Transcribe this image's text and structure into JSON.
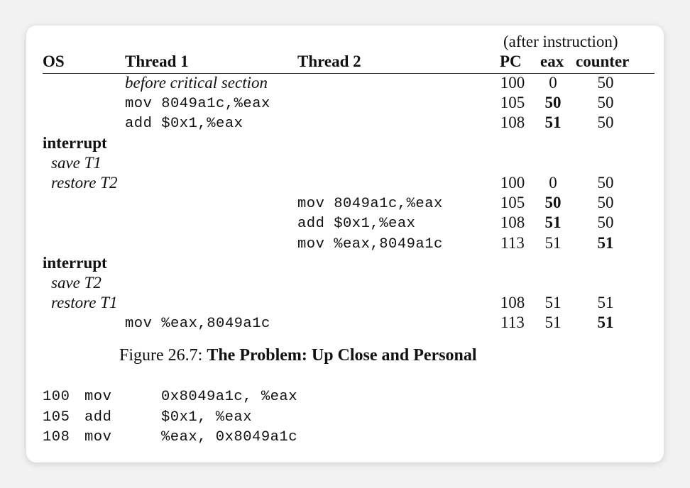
{
  "header": {
    "after_instruction": "(after instruction)",
    "os": "OS",
    "thread1": "Thread 1",
    "thread2": "Thread 2",
    "pc": "PC",
    "eax": "eax",
    "counter": "counter"
  },
  "rows": [
    {
      "os": "",
      "t1": "before critical section",
      "t2": "",
      "pc": "100",
      "eax": "0",
      "counter": "50"
    },
    {
      "os": "",
      "t1": "mov 8049a1c,%eax",
      "t2": "",
      "pc": "105",
      "eax": "50",
      "counter": "50"
    },
    {
      "os": "",
      "t1": "add $0x1,%eax",
      "t2": "",
      "pc": "108",
      "eax": "51",
      "counter": "50"
    },
    {
      "os": "interrupt",
      "t1": "",
      "t2": "",
      "pc": "",
      "eax": "",
      "counter": ""
    },
    {
      "os": "save T1",
      "t1": "",
      "t2": "",
      "pc": "",
      "eax": "",
      "counter": ""
    },
    {
      "os": "restore T2",
      "t1": "",
      "t2": "",
      "pc": "100",
      "eax": "0",
      "counter": "50"
    },
    {
      "os": "",
      "t1": "",
      "t2": "mov 8049a1c,%eax",
      "pc": "105",
      "eax": "50",
      "counter": "50"
    },
    {
      "os": "",
      "t1": "",
      "t2": "add $0x1,%eax",
      "pc": "108",
      "eax": "51",
      "counter": "50"
    },
    {
      "os": "",
      "t1": "",
      "t2": "mov %eax,8049a1c",
      "pc": "113",
      "eax": "51",
      "counter": "51"
    },
    {
      "os": "interrupt",
      "t1": "",
      "t2": "",
      "pc": "",
      "eax": "",
      "counter": ""
    },
    {
      "os": "save T2",
      "t1": "",
      "t2": "",
      "pc": "",
      "eax": "",
      "counter": ""
    },
    {
      "os": "restore T1",
      "t1": "",
      "t2": "",
      "pc": "108",
      "eax": "51",
      "counter": "51"
    },
    {
      "os": "",
      "t1": "mov %eax,8049a1c",
      "t2": "",
      "pc": "113",
      "eax": "51",
      "counter": "51"
    }
  ],
  "caption": {
    "prefix": "Figure 26.7:",
    "title": "The Problem: Up Close and Personal"
  },
  "code": [
    {
      "addr": "100",
      "op": "mov",
      "args": "0x8049a1c, %eax"
    },
    {
      "addr": "105",
      "op": "add",
      "args": "$0x1, %eax"
    },
    {
      "addr": "108",
      "op": "mov",
      "args": "%eax, 0x8049a1c"
    }
  ]
}
